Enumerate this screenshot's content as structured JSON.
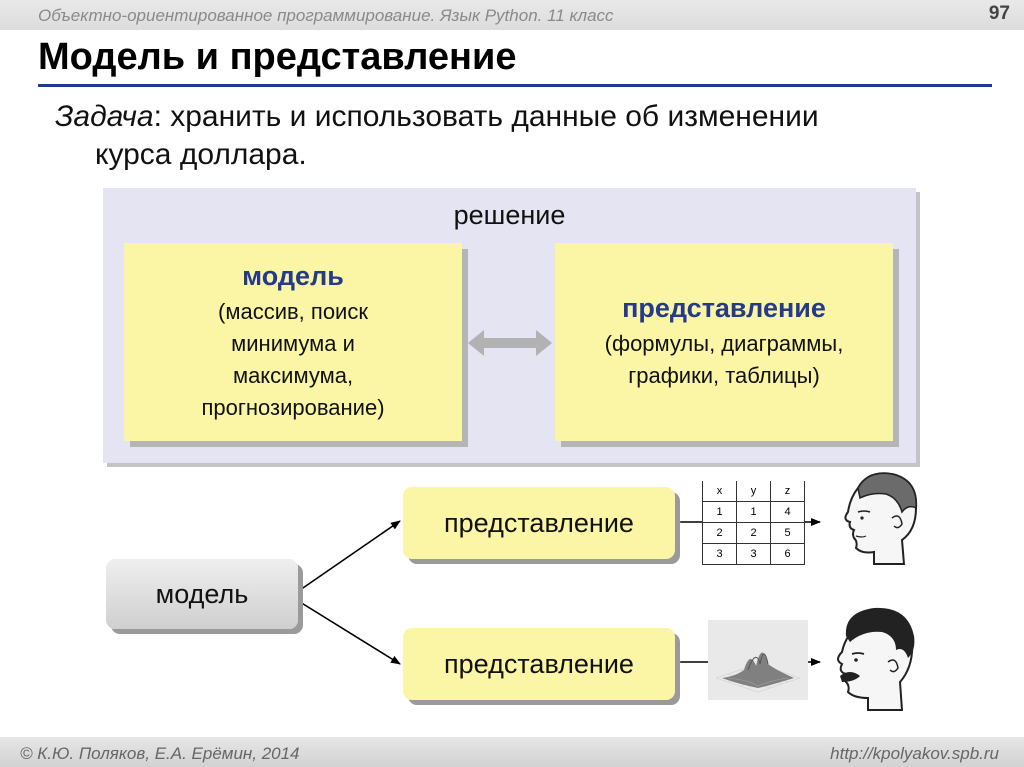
{
  "header": {
    "course": "Объектно-ориентированное программирование. Язык Python. 11 класс",
    "page_number": "97"
  },
  "title": "Модель и представление",
  "task": {
    "keyword": "Задача",
    "text_line1": ": хранить и использовать данные об изменении",
    "text_line2": "курса доллара."
  },
  "solution": {
    "label": "решение",
    "model": {
      "heading": "модель",
      "lines": [
        "(массив, поиск",
        "минимума и",
        "максимума,",
        "прогнозирование)"
      ]
    },
    "view": {
      "heading": "представление",
      "lines": [
        "(формулы, диаграммы,",
        "графики, таблицы)"
      ]
    }
  },
  "diagram": {
    "view1_label": "представление",
    "view2_label": "представление",
    "model_label": "модель",
    "table": {
      "headers": [
        "x",
        "y",
        "z"
      ],
      "rows": [
        [
          "1",
          "1",
          "4"
        ],
        [
          "2",
          "2",
          "5"
        ],
        [
          "3",
          "3",
          "6"
        ]
      ]
    }
  },
  "footer": {
    "copyright": "© К.Ю. Поляков, Е.А. Ерёмин, 2014",
    "site": "http://kpolyakov.spb.ru"
  },
  "colors": {
    "accent_blue": "#253b8a",
    "rule_blue": "#1f3a93",
    "yellow_box": "#fbf6a5",
    "solution_bg": "#e4e4f2"
  }
}
